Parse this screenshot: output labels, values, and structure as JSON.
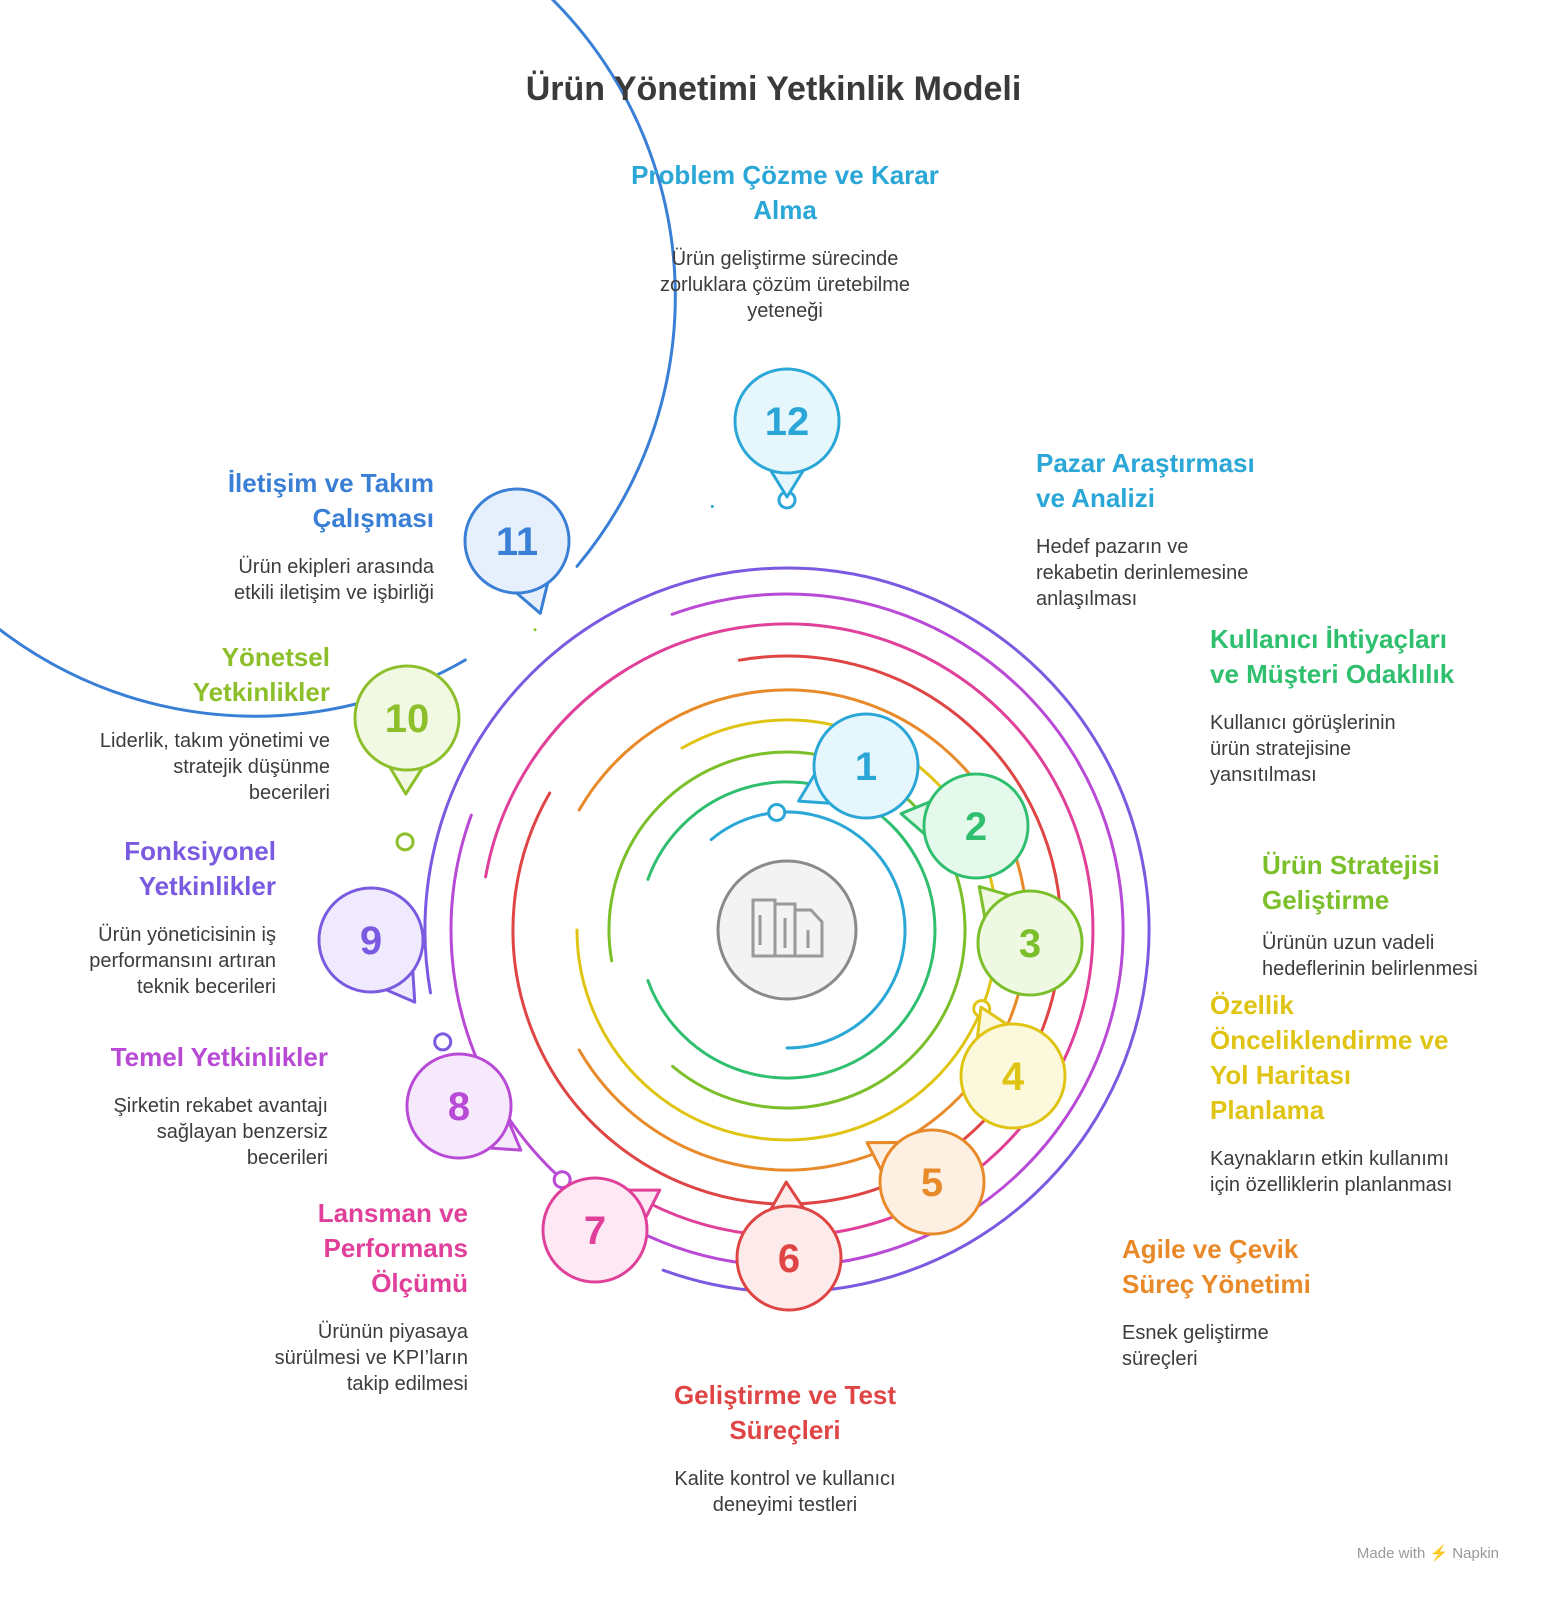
{
  "title": "Ürün Yönetimi Yetkinlik Modeli",
  "center_icon": "document-icon",
  "items": [
    {
      "num": "1",
      "color": "#2aa7d6",
      "fill": "#e6f6fd",
      "title": "Pazar Araştırması ve Analizi",
      "desc": "Hedef pazarın ve rekabetin derinlemesine anlaşılması"
    },
    {
      "num": "2",
      "color": "#2fbf6e",
      "fill": "#e4f8ec",
      "title": "Kullanıcı İhtiyaçları ve Müşteri Odaklılık",
      "desc": "Kullanıcı görüşlerinin ürün stratejisine yansıtılması"
    },
    {
      "num": "3",
      "color": "#7bbf2a",
      "fill": "#eef8e2",
      "title": "Ürün Stratejisi Geliştirme",
      "desc": "Ürünün uzun vadeli hedeflerinin belirlenmesi"
    },
    {
      "num": "4",
      "color": "#e0c413",
      "fill": "#fcf8dc",
      "title": "Özellik Önceliklendirme ve Yol Haritası Planlama",
      "desc": "Kaynakların etkin kullanımı için özelliklerin planlanması"
    },
    {
      "num": "5",
      "color": "#e88a2a",
      "fill": "#fdf0e2",
      "title": "Agile ve Çevik Süreç Yönetimi",
      "desc": "Esnek geliştirme süreçleri"
    },
    {
      "num": "6",
      "color": "#e04545",
      "fill": "#fdeaea",
      "title": "Geliştirme ve Test Süreçleri",
      "desc": "Kalite kontrol ve kullanıcı deneyimi testleri"
    },
    {
      "num": "7",
      "color": "#e0409a",
      "fill": "#fde8f3",
      "title": "Lansman ve Performans Ölçümü",
      "desc": "Ürünün piyasaya sürülmesi ve KPI’ların takip edilmesi"
    },
    {
      "num": "8",
      "color": "#b94ad6",
      "fill": "#f7e9fc",
      "title": "Temel Yetkinlikler",
      "desc": "Şirketin rekabet avantajı sağlayan benzersiz becerileri"
    },
    {
      "num": "9",
      "color": "#7a5ae0",
      "fill": "#efeafd",
      "title": "Fonksiyonel Yetkinlikler",
      "desc": "Ürün yöneticisinin iş performansını artıran teknik becerileri"
    },
    {
      "num": "10",
      "color": "#8cbf2a",
      "fill": "#f1f9e2",
      "title": "Yönetsel Yetkinlikler",
      "desc": "Liderlik, takım yönetimi ve stratejik düşünme becerileri"
    },
    {
      "num": "11",
      "color": "#3a7fd6",
      "fill": "#e6effc",
      "title": "İletişim ve Takım Çalışması",
      "desc": "Ürün ekipleri arasında etkili iletişim ve işbirliği"
    },
    {
      "num": "12",
      "color": "#2aa7d6",
      "fill": "#e6f6fd",
      "title": "Problem Çözme ve Karar Alma",
      "desc": "Ürün geliştirme sürecinde zorluklara çözüm üretebilme yeteneği"
    }
  ],
  "footer": "Made with ⚡ Napkin"
}
